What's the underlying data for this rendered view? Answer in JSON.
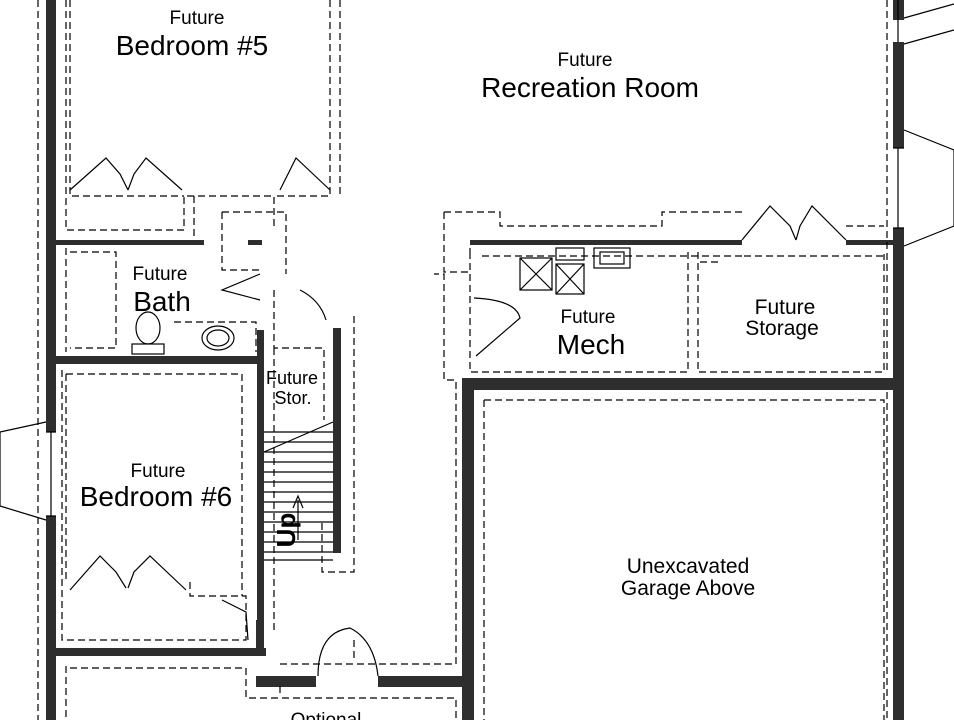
{
  "rooms": {
    "bedroom5": {
      "line1": "Future",
      "line2": "Bedroom #5"
    },
    "recreation": {
      "line1": "Future",
      "line2": "Recreation Room"
    },
    "bath": {
      "line1": "Future",
      "line2": "Bath"
    },
    "mech": {
      "line1": "Future",
      "line2": "Mech"
    },
    "storage": {
      "line1": "Future",
      "line2": "Storage"
    },
    "stor": {
      "line1": "Future",
      "line2": "Stor."
    },
    "bedroom6": {
      "line1": "Future",
      "line2": "Bedroom #6"
    },
    "garage": {
      "line1": "Unexcavated",
      "line2": "Garage Above"
    },
    "optional": {
      "line1": "Optional"
    }
  },
  "stairs": {
    "direction_label": "Up"
  },
  "colors": {
    "wall": "#2e2e2e",
    "line": "#000000",
    "background": "#ffffff"
  }
}
